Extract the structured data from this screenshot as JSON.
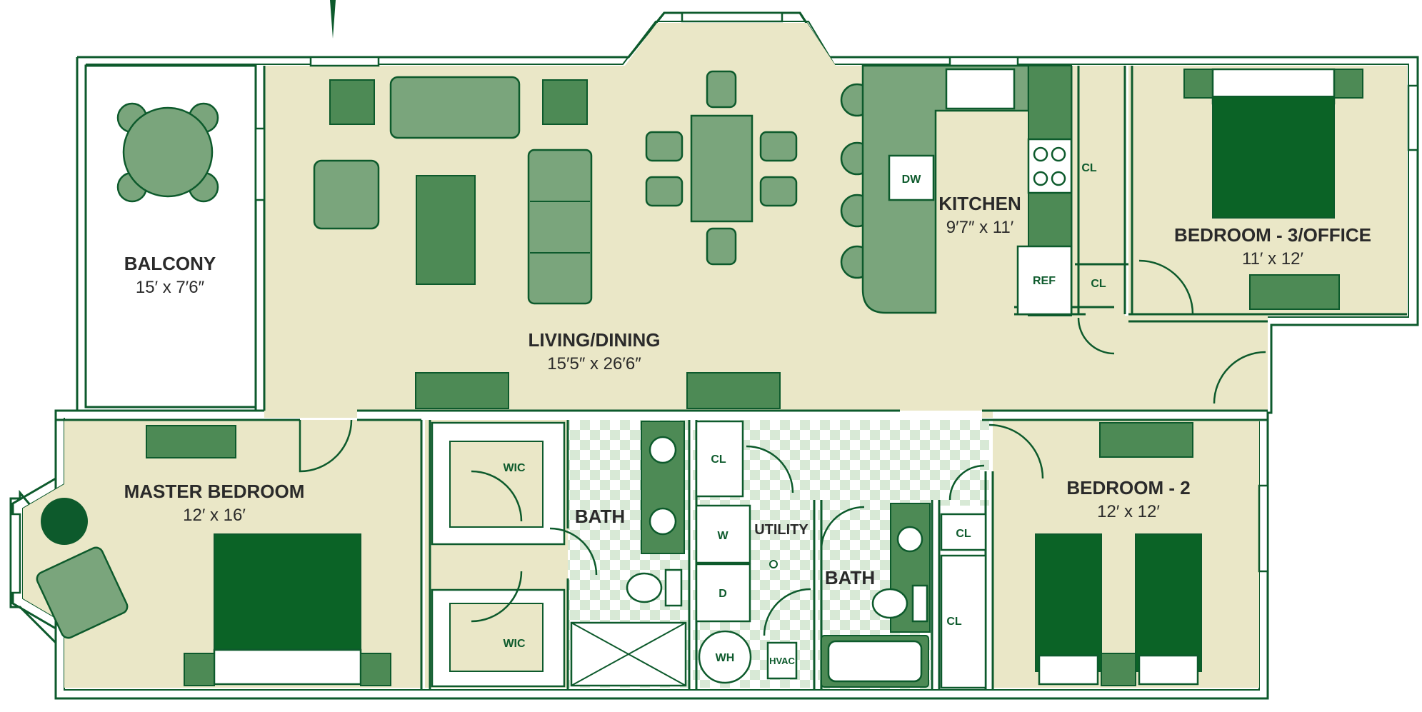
{
  "colors": {
    "wall": "#0d5a2c",
    "floor": "#eae7c7",
    "furniture": "#7aa57c",
    "furniture_dark": "#4d8a55",
    "bed": "#0b6326",
    "tile_a": "#ffffff",
    "tile_b": "#d8e9d6"
  },
  "rooms": {
    "balcony": {
      "name": "BALCONY",
      "dims": "15′ x 7′6″"
    },
    "living": {
      "name": "LIVING/DINING",
      "dims": "15′5″ x 26′6″"
    },
    "kitchen": {
      "name": "KITCHEN",
      "dims": "9′7″ x 11′"
    },
    "bedroom3": {
      "name": "BEDROOM - 3/OFFICE",
      "dims": "11′ x 12′"
    },
    "master": {
      "name": "MASTER BEDROOM",
      "dims": "12′ x 16′"
    },
    "bedroom2": {
      "name": "BEDROOM - 2",
      "dims": "12′ x 12′"
    },
    "bath1": {
      "name": "BATH"
    },
    "utility": {
      "name": "UTILITY"
    },
    "bath2": {
      "name": "BATH"
    }
  },
  "fixtures": {
    "dw": "DW",
    "ref": "REF",
    "cl": "CL",
    "wic": "WIC",
    "w": "W",
    "d": "D",
    "wh": "WH",
    "hvac": "HVAC"
  }
}
